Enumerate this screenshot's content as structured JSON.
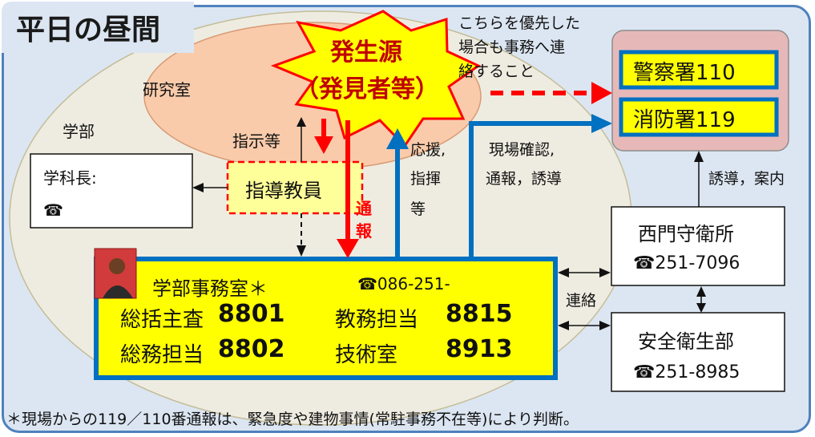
{
  "title": "平日の昼間",
  "source": {
    "line1": "発生源",
    "line2": "（発見者等）"
  },
  "note_priority": {
    "line1": "こちらを優先した",
    "line2": "場合も事務へ連",
    "line3": "絡すること"
  },
  "labels": {
    "lab": "研究室",
    "faculty": "学部",
    "instruction": "指示等",
    "report": {
      "c1": "通",
      "c2": "報"
    },
    "support": {
      "line1": "応援,",
      "line2": "指揮",
      "line3": "等"
    },
    "onsite": {
      "line1": "現場確認,",
      "line2": "通報，誘導"
    },
    "guide": "誘導，案内",
    "contact": "連絡"
  },
  "dept_head": {
    "label": "学科長:",
    "phone_icon": "☎"
  },
  "supervisor": "指導教員",
  "police": "警察署110",
  "fire": "消防署119",
  "office": {
    "name": "学部事務室＊",
    "phone_prefix": "☎086-251-",
    "row1": {
      "role1": "総括主査",
      "ext1": "8801",
      "role2": "教務担当",
      "ext2": "8815"
    },
    "row2": {
      "role1": "総務担当",
      "ext1": "8802",
      "role2": "技術室",
      "ext2": "8913"
    }
  },
  "west_gate": {
    "name": "西門守衛所",
    "phone": "☎251-7096"
  },
  "safety": {
    "name": "安全衛生部",
    "phone": "☎251-8985"
  },
  "footnote": "＊現場からの119／110番通報は、緊急度や建物事情(常駐事務不在等)により判断。",
  "colors": {
    "accent_blue": "#0070c0",
    "alert_red": "#ff0000",
    "yellow": "#ffff00",
    "frame_blue": "#4f81bd"
  }
}
